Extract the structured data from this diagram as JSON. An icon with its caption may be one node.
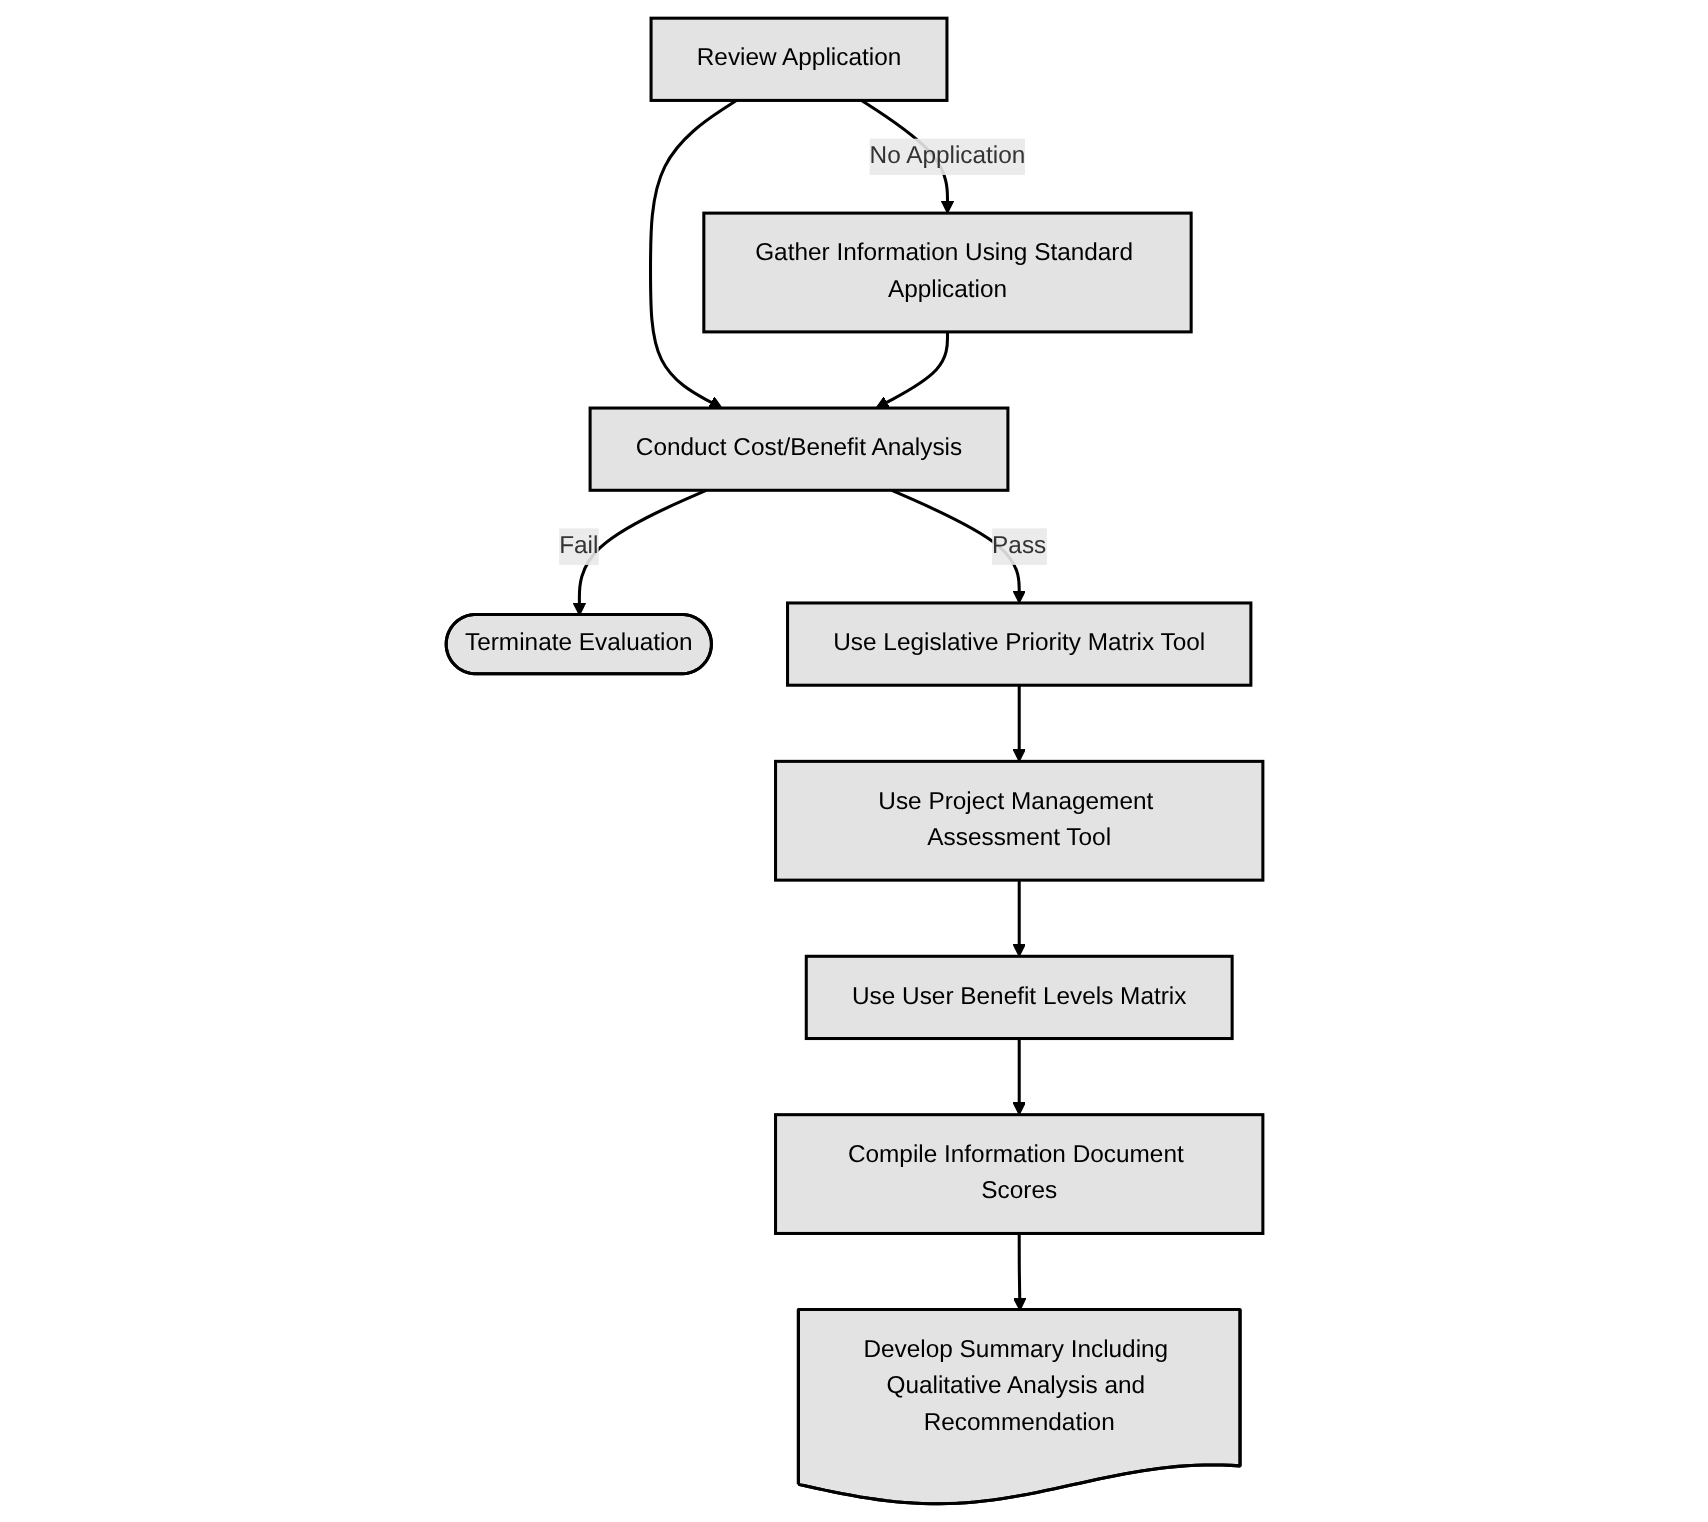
{
  "diagram": {
    "nodes": [
      {
        "text": [
          "Review Application"
        ]
      },
      {
        "text": [
          "Gather Information Using Standard Application"
        ]
      },
      {
        "text": [
          "Conduct Cost/Benefit Analysis"
        ]
      },
      {
        "text": [
          "Terminate Evaluation"
        ]
      },
      {
        "text": [
          "Use Legislative Priority Matrix Tool"
        ]
      },
      {
        "text": [
          "Use Project Management Assessment Tool"
        ]
      },
      {
        "text": [
          "Use User Benefit Levels Matrix"
        ]
      },
      {
        "text": [
          "Compile Information Document Scores"
        ]
      },
      {
        "text": [
          "Develop Summary Including Qualitative Analysis and Recommendation"
        ]
      }
    ],
    "edges": [
      {
        "from": 0,
        "to": 1,
        "arrow": "to",
        "label": "No Application"
      },
      {
        "from": 0,
        "to": 2,
        "arrow": "to"
      },
      {
        "from": 1,
        "to": 2,
        "arrow": "to"
      },
      {
        "from": 2,
        "to": 3,
        "arrow": "to",
        "label": "Fail"
      },
      {
        "from": 2,
        "to": 4,
        "arrow": "to",
        "label": "Pass"
      },
      {
        "from": 4,
        "to": 5,
        "arrow": "to"
      },
      {
        "from": 5,
        "to": 6,
        "arrow": "to"
      },
      {
        "from": 6,
        "to": 7,
        "arrow": "to"
      },
      {
        "from": 7,
        "to": 8,
        "arrow": "to"
      }
    ]
  }
}
